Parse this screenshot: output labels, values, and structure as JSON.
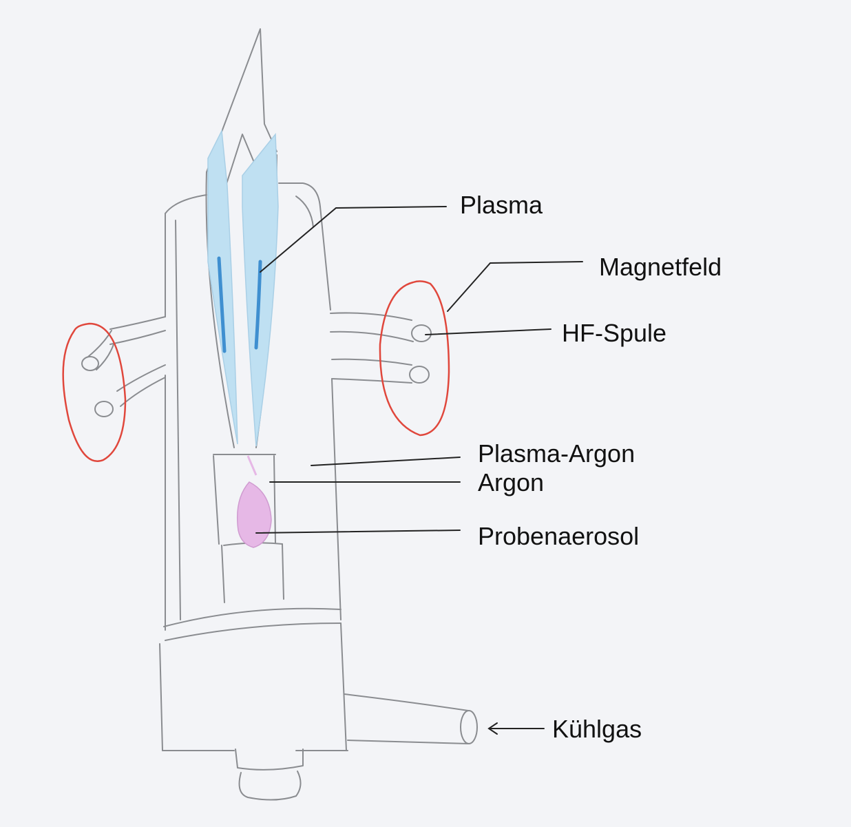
{
  "labels": {
    "plasma": "Plasma",
    "magnetfeld": "Magnetfeld",
    "hf_spule": "HF-Spule",
    "plasma_argon": "Plasma-Argon",
    "argon": "Argon",
    "probenaerosol": "Probenaerosol",
    "kuehlgas": "Kühlgas"
  },
  "colors": {
    "paper": "#f3f4f7",
    "pencil": "#8a8c90",
    "plasma_blue": "#bfe0f2",
    "plasma_dark_blue": "#3f8fd0",
    "field_red": "#e0473c",
    "aerosol_pink": "#e6b8e6"
  }
}
